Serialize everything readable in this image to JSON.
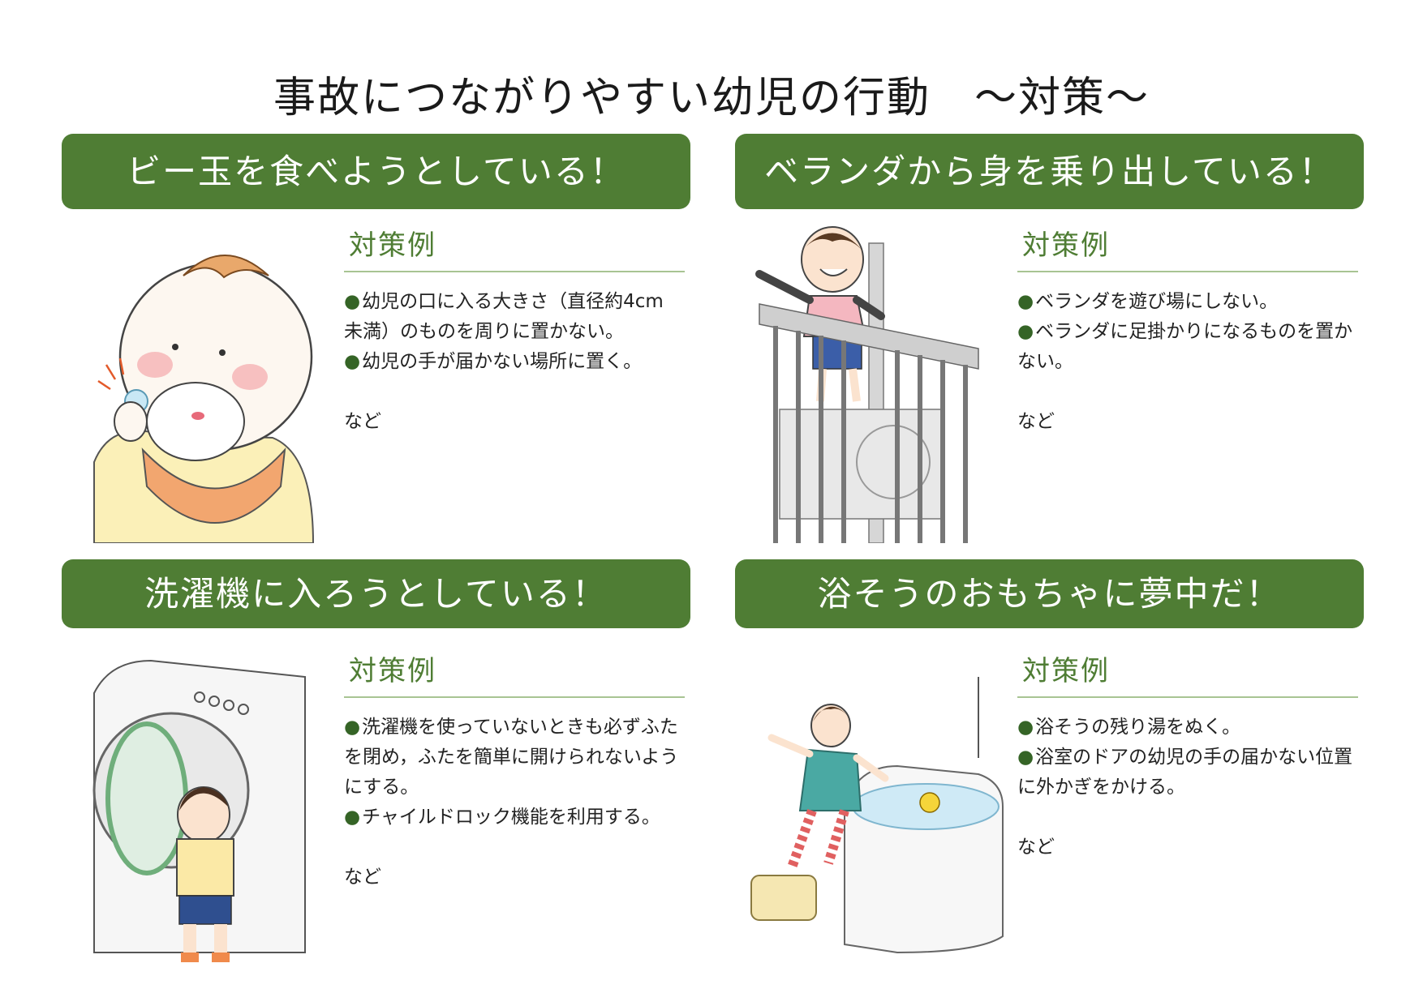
{
  "title": "事故につながりやすい幼児の行動　～対策～",
  "measures_label": "対策例",
  "etc_label": "など",
  "colors": {
    "banner": "#4f7d34",
    "heading": "#4f7d34",
    "rule": "#a8c493"
  },
  "panels": [
    {
      "banner": "ビー玉を食べようとしている！",
      "items": [
        "幼児の口に入る大きさ（直径約4cm 未満）のものを周りに置かない。",
        "幼児の手が届かない場所に置く。"
      ]
    },
    {
      "banner": "ベランダから身を乗り出している！",
      "items": [
        "ベランダを遊び場にしない。",
        "ベランダに足掛かりになるものを置かない。"
      ]
    },
    {
      "banner": "洗濯機に入ろうとしている！",
      "items": [
        "洗濯機を使っていないときも必ずふたを閉め，ふたを簡単に開けられないようにする。",
        "チャイルドロック機能を利用する。"
      ]
    },
    {
      "banner": "浴そうのおもちゃに夢中だ！",
      "items": [
        "浴そうの残り湯をぬく。",
        "浴室のドアの幼児の手の届かない位置に外かぎをかける。"
      ]
    }
  ]
}
